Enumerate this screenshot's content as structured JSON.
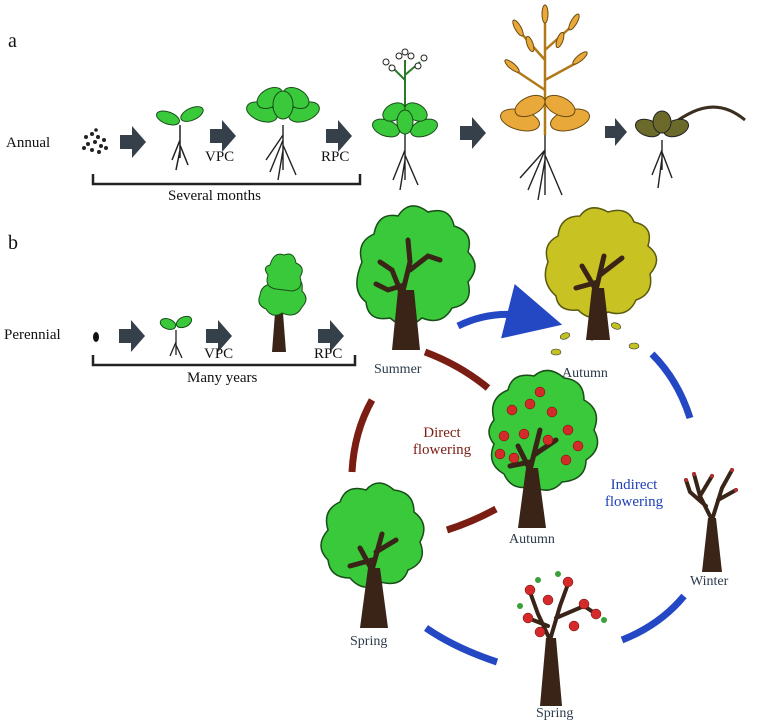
{
  "panel_a": {
    "letter": "a",
    "row_label": "Annual",
    "vpc": "VPC",
    "rpc": "RPC",
    "duration": "Several months"
  },
  "panel_b": {
    "letter": "b",
    "row_label": "Perennial",
    "vpc": "VPC",
    "rpc": "RPC",
    "duration": "Many years"
  },
  "cycle": {
    "summer": "Summer",
    "autumn_top": "Autumn",
    "autumn_center": "Autumn",
    "winter": "Winter",
    "spring_bottom": "Spring",
    "spring_left": "Spring",
    "direct_flowering": "Direct flowering",
    "indirect_flowering": "Indirect flowering"
  },
  "colors": {
    "arrow": "#36404a",
    "leaf_green": "#39c93a",
    "leaf_yellow": "#c8c222",
    "bark": "#3a2418",
    "direct_path": "#7a1e14",
    "indirect_path": "#2448c4",
    "flower": "#d42a2a"
  }
}
